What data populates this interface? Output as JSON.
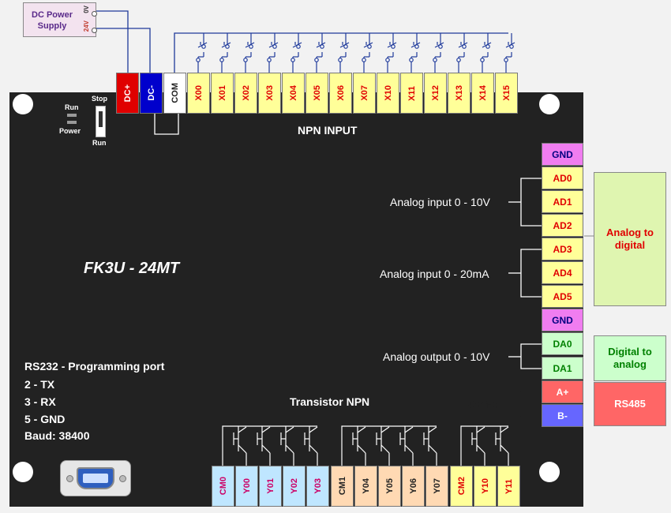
{
  "power_supply": {
    "label": "DC Power Supply",
    "pos": "0V",
    "neg": "24V"
  },
  "model": "FK3U - 24MT",
  "top_terminals": [
    {
      "label": "DC+",
      "bg": "#e00000",
      "fg": "#ffffff"
    },
    {
      "label": "DC-",
      "bg": "#0000cc",
      "fg": "#ffffff"
    },
    {
      "label": "COM",
      "bg": "#ffffff",
      "fg": "#222222"
    },
    {
      "label": "X00",
      "bg": "#ffff99",
      "fg": "#e00000"
    },
    {
      "label": "X01",
      "bg": "#ffff99",
      "fg": "#e00000"
    },
    {
      "label": "X02",
      "bg": "#ffff99",
      "fg": "#e00000"
    },
    {
      "label": "X03",
      "bg": "#ffff99",
      "fg": "#e00000"
    },
    {
      "label": "X04",
      "bg": "#ffff99",
      "fg": "#e00000"
    },
    {
      "label": "X05",
      "bg": "#ffff99",
      "fg": "#e00000"
    },
    {
      "label": "X06",
      "bg": "#ffff99",
      "fg": "#e00000"
    },
    {
      "label": "X07",
      "bg": "#ffff99",
      "fg": "#e00000"
    },
    {
      "label": "X10",
      "bg": "#ffff99",
      "fg": "#e00000"
    },
    {
      "label": "X11",
      "bg": "#ffff99",
      "fg": "#e00000"
    },
    {
      "label": "X12",
      "bg": "#ffff99",
      "fg": "#e00000"
    },
    {
      "label": "X13",
      "bg": "#ffff99",
      "fg": "#e00000"
    },
    {
      "label": "X14",
      "bg": "#ffff99",
      "fg": "#e00000"
    },
    {
      "label": "X15",
      "bg": "#ffff99",
      "fg": "#e00000"
    }
  ],
  "npn_input_label": "NPN INPUT",
  "switch": {
    "stop": "Stop",
    "run": "Run",
    "led_run": "Run",
    "led_power": "Power"
  },
  "right_terminals": [
    {
      "label": "GND",
      "bg": "#f07df0",
      "fg": "#000080"
    },
    {
      "label": "AD0",
      "bg": "#ffff99",
      "fg": "#e00000"
    },
    {
      "label": "AD1",
      "bg": "#ffff99",
      "fg": "#e00000"
    },
    {
      "label": "AD2",
      "bg": "#ffff99",
      "fg": "#e00000"
    },
    {
      "label": "AD3",
      "bg": "#ffff99",
      "fg": "#e00000"
    },
    {
      "label": "AD4",
      "bg": "#ffff99",
      "fg": "#e00000"
    },
    {
      "label": "AD5",
      "bg": "#ffff99",
      "fg": "#e00000"
    },
    {
      "label": "GND",
      "bg": "#f07df0",
      "fg": "#000080"
    },
    {
      "label": "DA0",
      "bg": "#ccffcc",
      "fg": "#008000"
    },
    {
      "label": "DA1",
      "bg": "#ccffcc",
      "fg": "#008000"
    },
    {
      "label": "A+",
      "bg": "#ff6666",
      "fg": "#ffffff"
    },
    {
      "label": "B-",
      "bg": "#6666ff",
      "fg": "#ffffff"
    }
  ],
  "analog_input_v": "Analog input 0 - 10V",
  "analog_input_ma": "Analog input 0 - 20mA",
  "analog_output_v": "Analog output 0 - 10V",
  "rs485_label": "RS485",
  "side_boxes": {
    "adc": {
      "text": "Analog to digital",
      "bg": "#dff5b0",
      "fg": "#e00000"
    },
    "dac": {
      "text": "Digital to analog",
      "bg": "#ccffcc",
      "fg": "#008000"
    },
    "rs485": {
      "text": "RS485",
      "bg": "#ff6666",
      "fg": "#ffffff"
    }
  },
  "rs232": {
    "title": "RS232 - Programming port",
    "lines": [
      "2 - TX",
      "3 - RX",
      "5 - GND",
      "Baud: 38400"
    ]
  },
  "transistor_label": "Transistor NPN",
  "bottom_terminals": [
    {
      "label": "CM0",
      "bg": "#bfe6ff",
      "fg": "#cc0066"
    },
    {
      "label": "Y00",
      "bg": "#bfe6ff",
      "fg": "#cc0066"
    },
    {
      "label": "Y01",
      "bg": "#bfe6ff",
      "fg": "#cc0066"
    },
    {
      "label": "Y02",
      "bg": "#bfe6ff",
      "fg": "#cc0066"
    },
    {
      "label": "Y03",
      "bg": "#bfe6ff",
      "fg": "#cc0066"
    },
    {
      "label": "CM1",
      "bg": "#ffd9b3",
      "fg": "#222222"
    },
    {
      "label": "Y04",
      "bg": "#ffd9b3",
      "fg": "#222222"
    },
    {
      "label": "Y05",
      "bg": "#ffd9b3",
      "fg": "#222222"
    },
    {
      "label": "Y06",
      "bg": "#ffd9b3",
      "fg": "#222222"
    },
    {
      "label": "Y07",
      "bg": "#ffd9b3",
      "fg": "#222222"
    },
    {
      "label": "CM2",
      "bg": "#ffff99",
      "fg": "#e00000"
    },
    {
      "label": "Y10",
      "bg": "#ffff99",
      "fg": "#e00000"
    },
    {
      "label": "Y11",
      "bg": "#ffff99",
      "fg": "#e00000"
    }
  ]
}
